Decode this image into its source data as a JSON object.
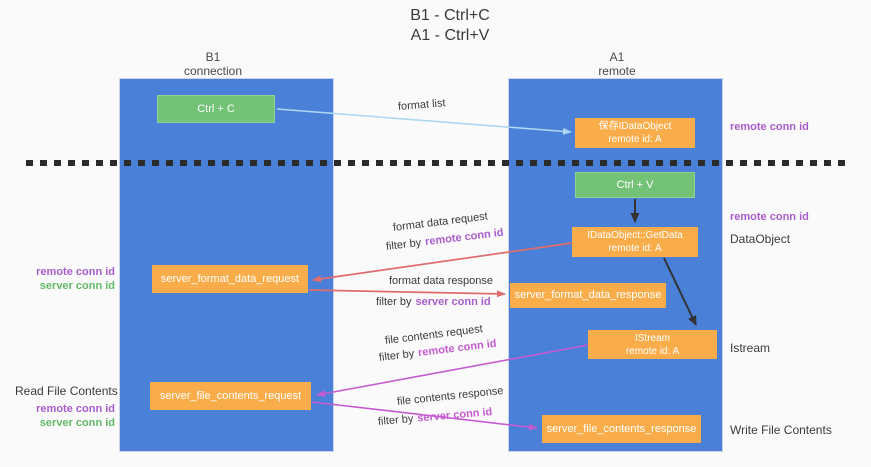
{
  "title": {
    "line1": "B1 - Ctrl+C",
    "line2": "A1 - Ctrl+V"
  },
  "lanes": {
    "left": {
      "name": "B1",
      "subtitle": "connection"
    },
    "right": {
      "name": "A1",
      "subtitle": "remote"
    }
  },
  "nodes": {
    "ctrl_c": {
      "label": "Ctrl + C"
    },
    "ctrl_v": {
      "label": "Ctrl + V"
    },
    "save_idataobject": {
      "line1": "保存IDataObject",
      "line2": "remote id: A"
    },
    "idataobject_getdata": {
      "line1": "IDataObject::GetData",
      "line2": "remote id: A"
    },
    "istream": {
      "line1": "IStream",
      "line2": "remote id: A"
    },
    "server_format_data_request": {
      "label": "server_format_data_request"
    },
    "server_format_data_response": {
      "label": "server_format_data_response"
    },
    "server_file_contents_request": {
      "label": "server_file_contents_request"
    },
    "server_file_contents_response": {
      "label": "server_file_contents_response"
    }
  },
  "labels": {
    "format_list": "format list",
    "format_data_request": "format data request",
    "format_data_response": "format data response",
    "file_contents_request": "file contents request",
    "file_contents_response": "file contents response",
    "filter_by": "filter by",
    "remote_conn_id": "remote conn id",
    "server_conn_id": "server conn id",
    "data_object": "DataObject",
    "istream": "Istream",
    "read_file_contents": "Read File Contents",
    "write_file_contents": "Write File Contents"
  },
  "colors": {
    "lane_blue": "#4a80d8",
    "box_orange": "#f9ad4a",
    "box_green": "#74c276",
    "arrow_red": "#e06d6d",
    "arrow_magenta": "#c55bd1",
    "arrow_lightblue": "#aed7f2",
    "text_purple": "#a95ccc",
    "text_green": "#63ba66",
    "text_dark": "#3b3b3b"
  }
}
